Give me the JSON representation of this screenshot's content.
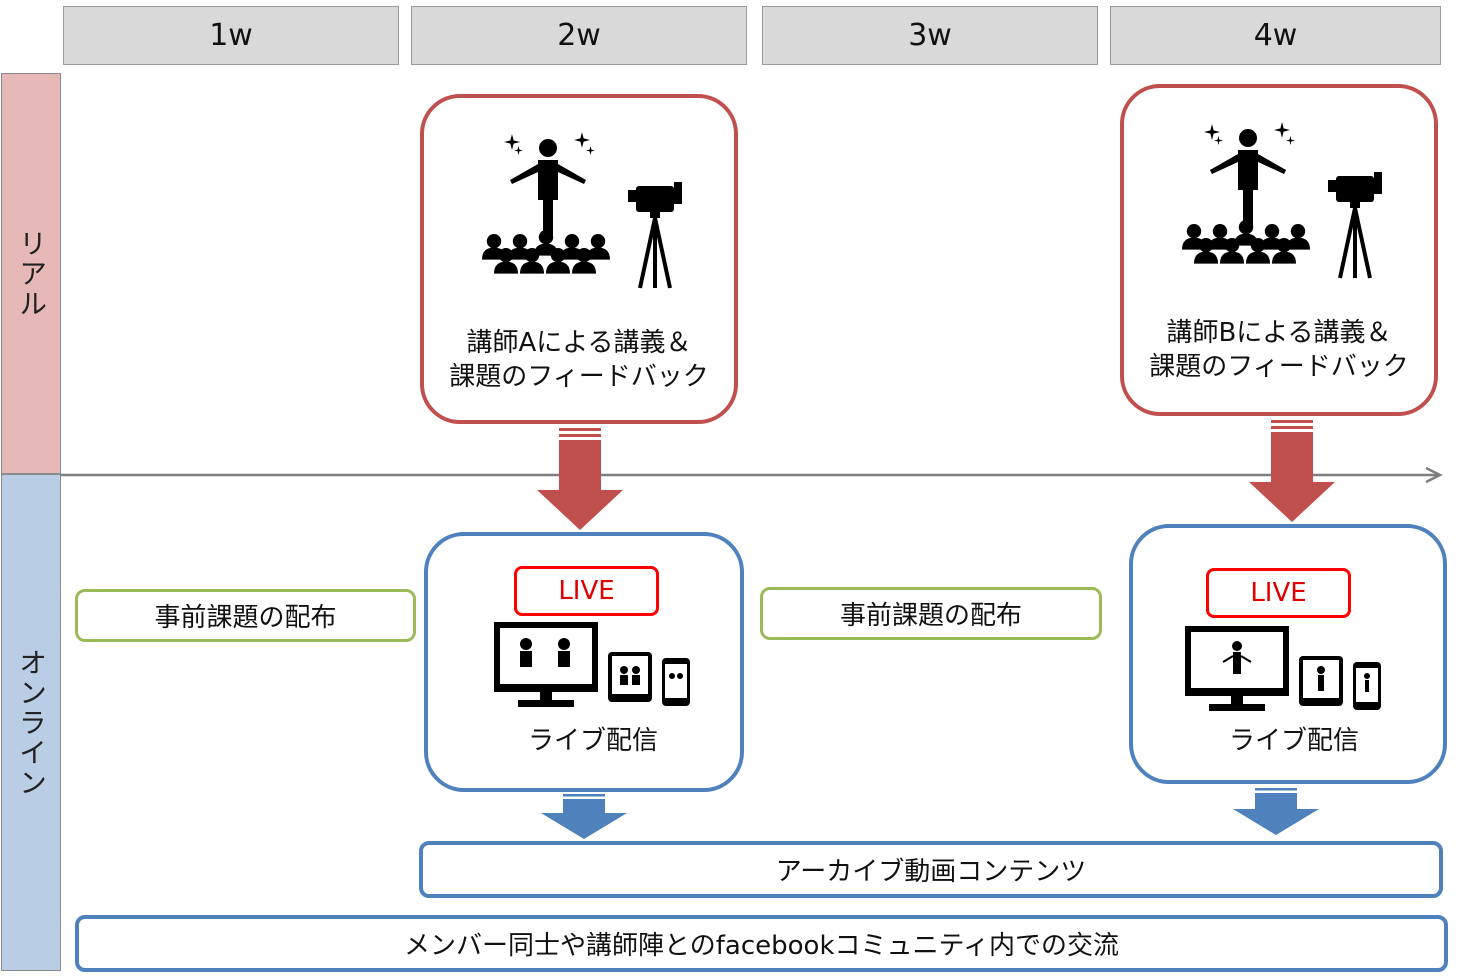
{
  "weeks": [
    "1w",
    "2w",
    "3w",
    "4w"
  ],
  "lanes": {
    "real": "リアル",
    "online": "オンライン"
  },
  "lectures": [
    {
      "line1": "講師Aによる講義＆",
      "line2": "課題のフィードバック"
    },
    {
      "line1": "講師Bによる講義＆",
      "line2": "課題のフィードバック"
    }
  ],
  "live": [
    {
      "badge": "LIVE",
      "caption": "ライブ配信"
    },
    {
      "badge": "LIVE",
      "caption": "ライブ配信"
    }
  ],
  "assignments": [
    "事前課題の配布",
    "事前課題の配布"
  ],
  "archive": "アーカイブ動画コンテンツ",
  "community": "メンバー同士や講師陣とのfacebookコミュニティ内での交流",
  "colors": {
    "real_lane": "#e6b9b8",
    "online_lane": "#b9cde5",
    "red": "#c0504d",
    "blue": "#4f81bd",
    "green": "#9bbb59",
    "live_red": "#ff0000"
  }
}
